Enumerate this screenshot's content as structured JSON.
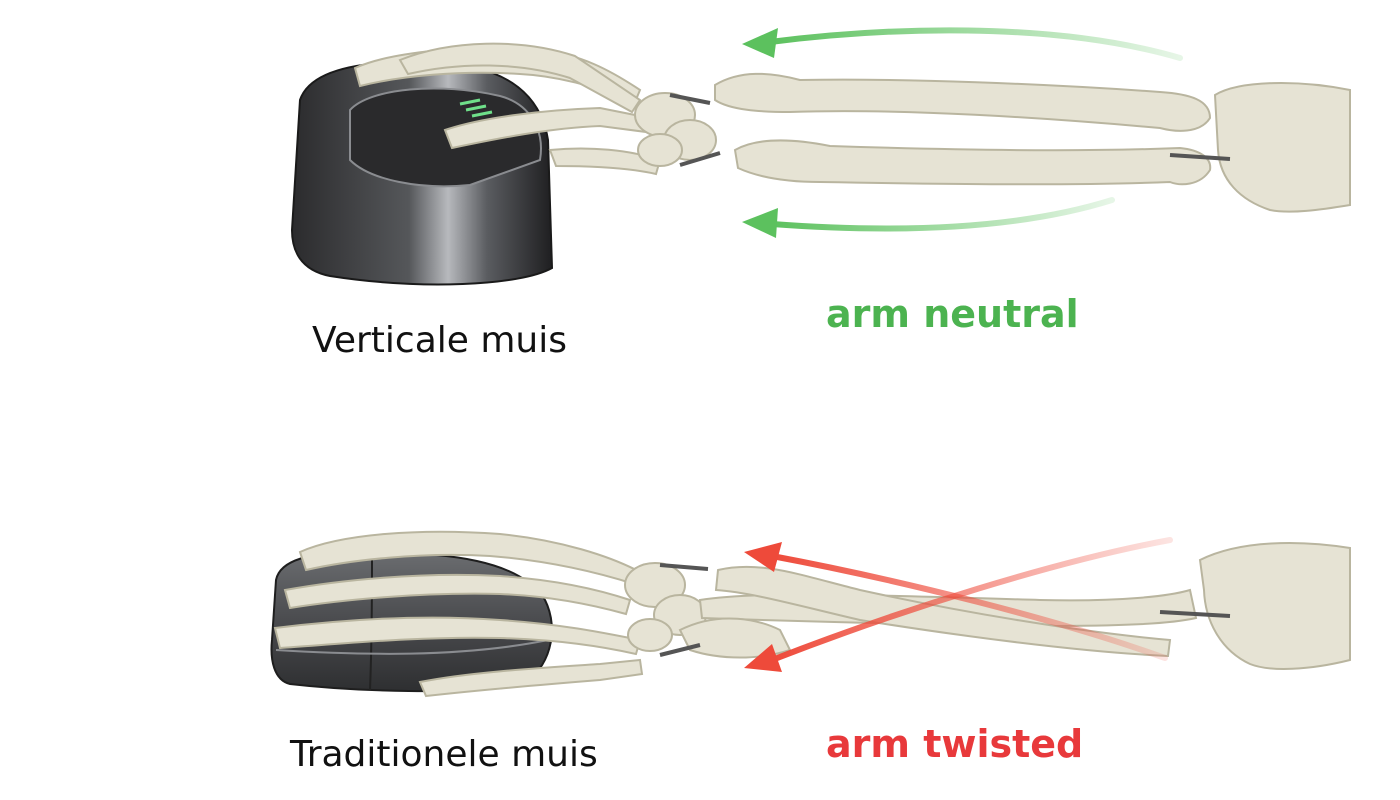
{
  "panels": {
    "top": {
      "caption": "Verticale muis",
      "status": "arm neutral",
      "status_color": "#4cb350",
      "arrow_color": "#5cc15e"
    },
    "bottom": {
      "caption": "Traditionele muis",
      "status": "arm twisted",
      "status_color": "#e8393b",
      "arrow_color": "#ee4a3a"
    }
  },
  "colors": {
    "bone": "#e6e3d4",
    "bone_stroke": "#b9b59f",
    "mouse_dark": "#3b3b3d",
    "mouse_light": "#9c9ea2"
  },
  "icons": [
    "vertical-mouse-icon",
    "traditional-mouse-icon",
    "skeleton-arm-icon"
  ]
}
